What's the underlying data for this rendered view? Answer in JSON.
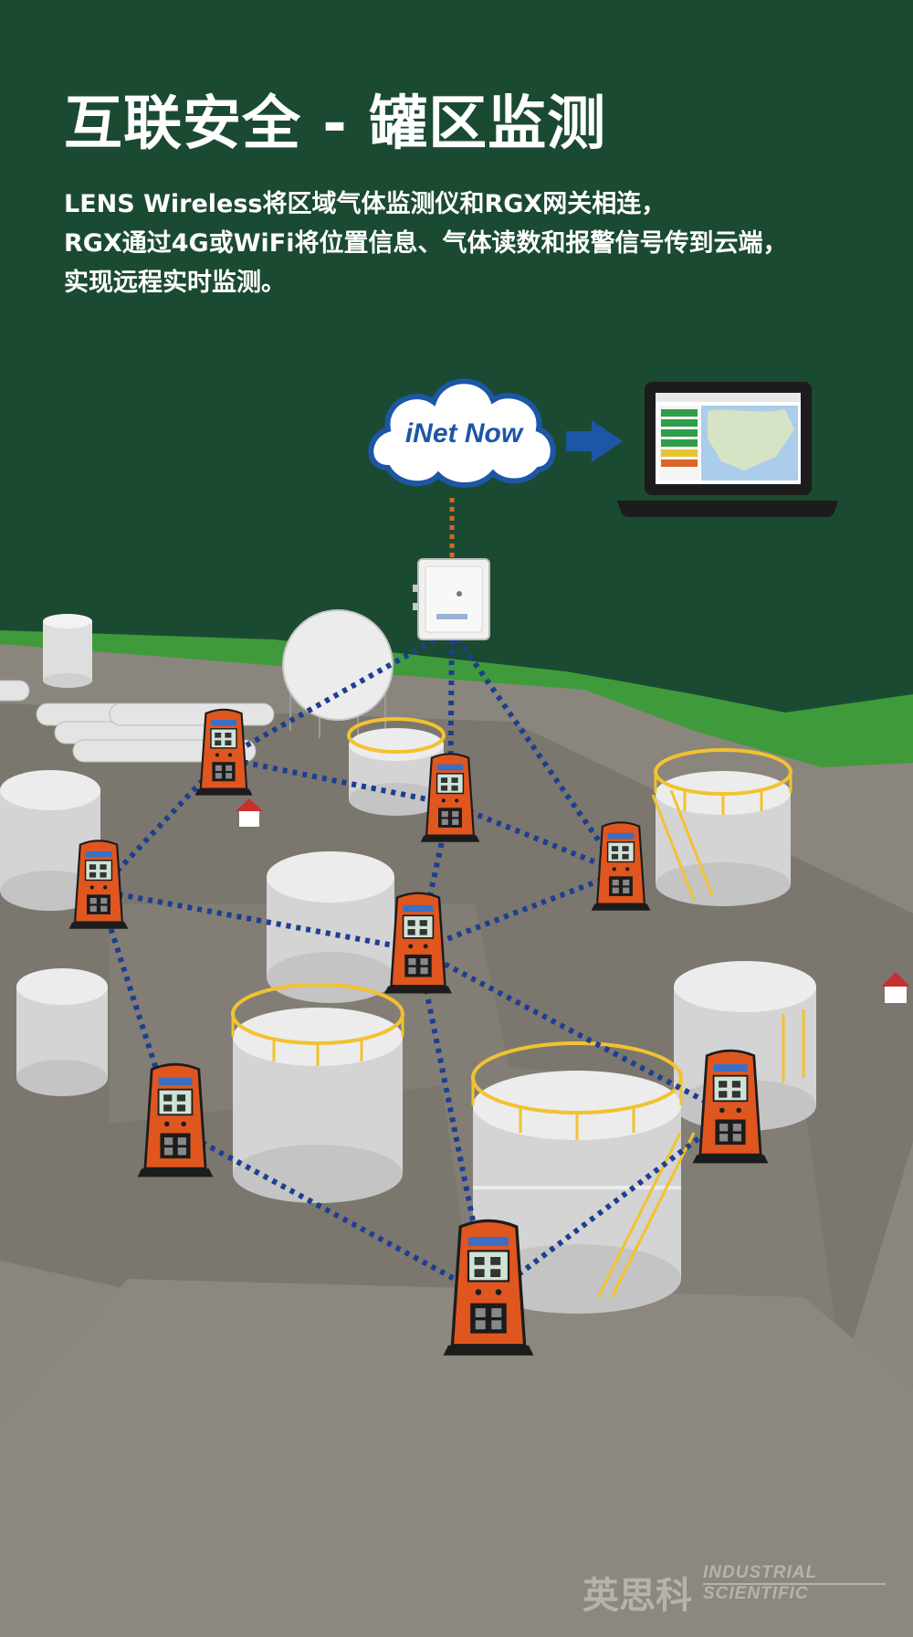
{
  "title": "互联安全 - 罐区监测",
  "description": [
    "LENS Wireless将区域气体监测仪和RGX网关相连，",
    "RGX通过4G或WiFi将位置信息、气体读数和报警信号传到云端，",
    "实现远程实时监测。"
  ],
  "cloud_label": "iNet Now",
  "brand": {
    "name_cn": "英思科",
    "name_en_line1": "INDUSTRIAL",
    "name_en_line2": "SCIENTIFIC"
  },
  "colors": {
    "background_green": "#1b4a32",
    "mesh_line_blue": "#1d3f91",
    "uplink_orange": "#d9652a",
    "monitor_orange": "#e0561f",
    "railing_yellow": "#f2c230"
  }
}
